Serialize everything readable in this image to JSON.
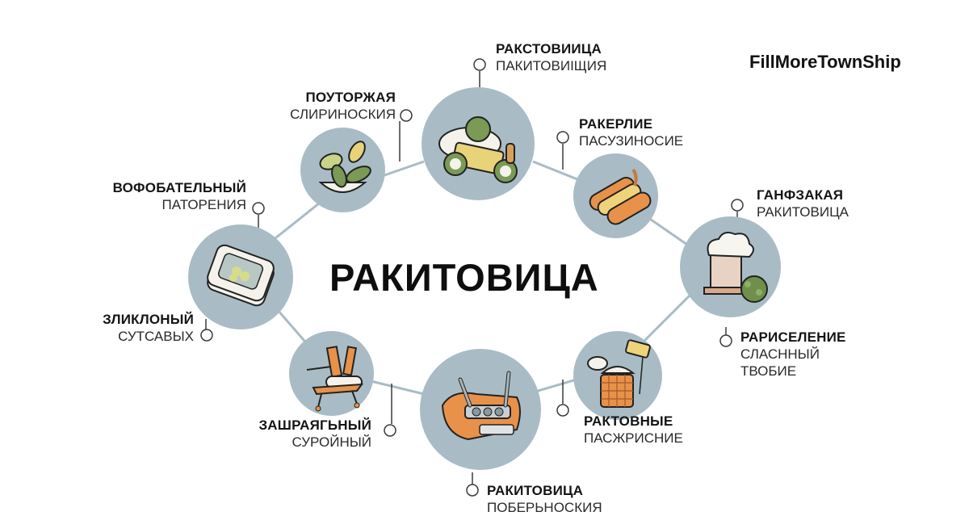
{
  "brand": {
    "name": "FillMoreTownShip"
  },
  "diagram": {
    "center_title": "РАКИТОВИЦА",
    "colors": {
      "node_fill": "#a9bcc6",
      "link_stroke": "#a9bcc6",
      "pin_stroke": "#333333",
      "accent_orange": "#e8914a",
      "accent_green": "#7a9a55",
      "accent_yellow": "#e8d27a"
    },
    "nodes": [
      {
        "id": "top",
        "icon": "toy-car-frog-icon",
        "title": "РАКСТОВИИЦА",
        "subtitle": "ПАКИТОВИІЩИЯ"
      },
      {
        "id": "top-left",
        "icon": "potted-plant-icon",
        "title": "ПОУТОРЖАЯ",
        "subtitle": "СЛИРИНОСКИЯ"
      },
      {
        "id": "top-right",
        "icon": "sausages-icon",
        "title": "РАКЕРЛИЕ",
        "subtitle": "ПАСУЗИНОСИЕ"
      },
      {
        "id": "left",
        "icon": "stacked-tray-icon",
        "title": "ВОФОБАТЕЛЬНЫЙ",
        "subtitle": "ПАТОРЕНИЯ"
      },
      {
        "id": "right",
        "icon": "pavilion-cloud-icon",
        "title": "ГАНФЗАКАЯ",
        "subtitle": "РАКИТОВИЦА"
      },
      {
        "id": "left-lower",
        "icon": "zliklonyy-label",
        "title": "ЗЛИКЛОНЫЙ",
        "subtitle": "СУТСАВЫХ"
      },
      {
        "id": "right-lower",
        "icon": "settlement-label",
        "title": "РАРИСЕЛЕНИЕ",
        "subtitle": "СЛАСННЫЙ",
        "subtitle2": "ТВОБИЕ"
      },
      {
        "id": "bottom-left",
        "icon": "rolling-chair-icon",
        "title": "ЗАШРАЯГЬНЫЙ",
        "subtitle": "СУРОЙНЫЙ"
      },
      {
        "id": "bottom-right",
        "icon": "basket-tea-icon",
        "title": "РАКТОВНЫЕ",
        "subtitle": "ПАСЖРИСНИЕ"
      },
      {
        "id": "bottom",
        "icon": "orange-radio-icon",
        "title": "РАКИТОВИЦА",
        "subtitle": "ПОБЕРЬНОСКИЯ"
      }
    ]
  }
}
